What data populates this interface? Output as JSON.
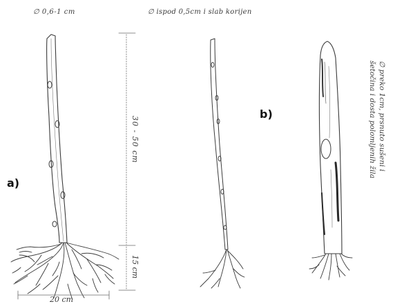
{
  "captions": {
    "top_left": "∅ 0,6-1 cm",
    "top_middle": "∅ ispod 0,5cm i slab korijen",
    "right_line1": "∅ preko 1cm, prsnuto sušeni i",
    "right_line2": "šetočina i dosta polomljenih žila"
  },
  "labels": {
    "a": "a)",
    "b": "b)"
  },
  "dimensions": {
    "stem_height": "30 - 50 cm",
    "root_depth": "15 cm",
    "root_width": "20 cm"
  },
  "colors": {
    "ink": "#3a3a3a",
    "dim_line": "#6a6a6a"
  }
}
